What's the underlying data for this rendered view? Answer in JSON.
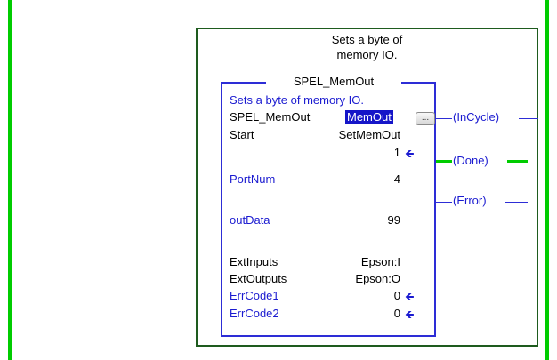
{
  "rung": {
    "instruction_description": [
      "Sets a byte of",
      "memory IO."
    ],
    "instruction_name": "SPEL_MemOut"
  },
  "block": {
    "description": "Sets a byte of memory IO.",
    "rows": [
      {
        "label": "SPEL_MemOut",
        "value": "MemOut"
      },
      {
        "label": "Start",
        "value": "SetMemOut"
      },
      {
        "label": "",
        "value": "1"
      },
      {
        "label": "PortNum",
        "value": "4"
      },
      {
        "label": "outData",
        "value": "99"
      },
      {
        "label": "ExtInputs",
        "value": "Epson:I"
      },
      {
        "label": "ExtOutputs",
        "value": "Epson:O"
      },
      {
        "label": "ErrCode1",
        "value": "0"
      },
      {
        "label": "ErrCode2",
        "value": "0"
      }
    ],
    "browse_button": "..."
  },
  "outputs": {
    "incycle": "InCycle",
    "done": "Done",
    "error": "Error"
  },
  "icons": {
    "output_arrow": "left-arrow-icon",
    "browse": "ellipsis-icon"
  },
  "colors": {
    "rail": "#00cc00",
    "wire": "#2d2dd6",
    "energized": "#00cc00",
    "selection": "#1515c8",
    "box_border": "#1e5b1e"
  }
}
